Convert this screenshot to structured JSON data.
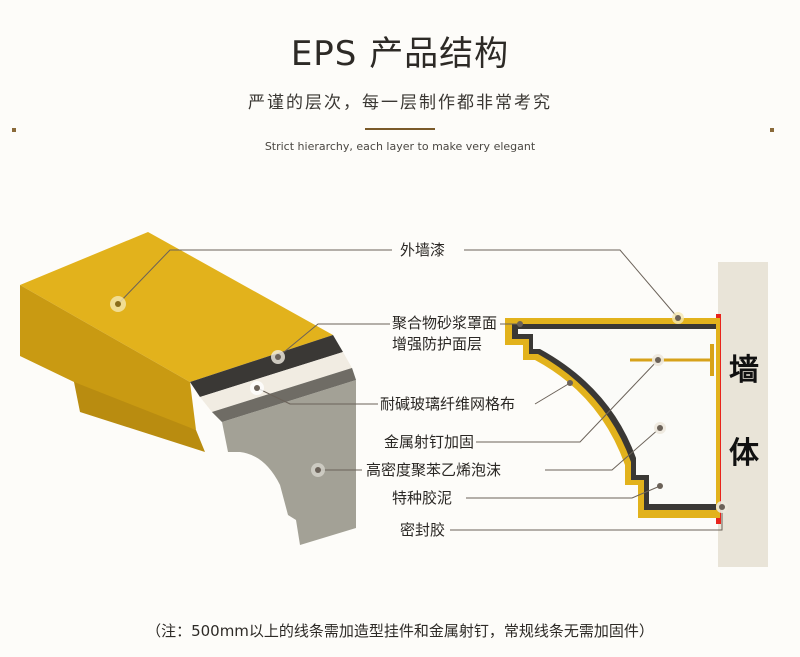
{
  "header": {
    "title": "EPS 产品结构",
    "subtitle_cn": "严谨的层次，每一层制作都非常考究",
    "subtitle_en": "Strict hierarchy, each layer to make very elegant"
  },
  "labels": {
    "exterior_paint": "外墙漆",
    "polymer_mortar_line1": "聚合物砂浆罩面",
    "polymer_mortar_line2": "增强防护面层",
    "fiberglass_mesh": "耐碱玻璃纤维网格布",
    "metal_nail": "金属射钉加固",
    "eps_foam": "高密度聚苯乙烯泡沫",
    "special_mortar": "特种胶泥",
    "sealant": "密封胶"
  },
  "wall": {
    "char1": "墙",
    "char2": "体"
  },
  "footnote": "（注：500mm以上的线条需加造型挂件和金属射钉，常规线条无需加固件）",
  "colors": {
    "paint_yellow": "#e2b21c",
    "paint_dark": "#b98c10",
    "mortar_dark": "#3a3835",
    "mesh_white": "#f1ece2",
    "foam_grey": "#a3a196",
    "wall_bg": "#e9e4d8",
    "wall_red": "#e8241c",
    "leader": "#6b6259"
  }
}
